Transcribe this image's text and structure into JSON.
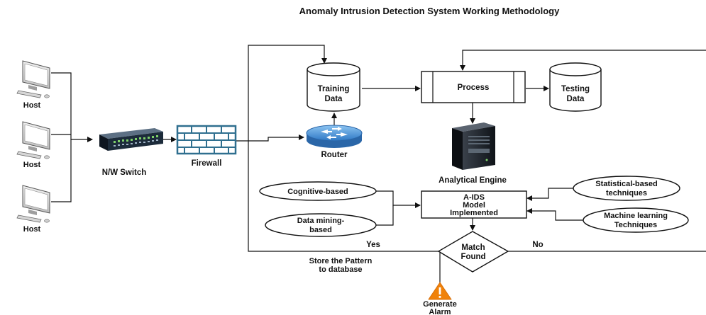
{
  "title": "Anomaly Intrusion Detection System Working Methodology",
  "hosts": [
    {
      "label": "Host"
    },
    {
      "label": "Host"
    },
    {
      "label": "Host"
    }
  ],
  "switch": {
    "label": "N/W Switch"
  },
  "firewall": {
    "label": "Firewall"
  },
  "router": {
    "label": "Router"
  },
  "training_data": {
    "line1": "Training",
    "line2": "Data"
  },
  "process": {
    "label": "Process"
  },
  "testing_data": {
    "line1": "Testing",
    "line2": "Data"
  },
  "analytical_engine": {
    "label": "Analytical Engine"
  },
  "model": {
    "line1": "A-IDS",
    "line2": "Model",
    "line3": "Implemented"
  },
  "inputs": {
    "cognitive": "Cognitive-based",
    "data_mining": {
      "line1": "Data mining-",
      "line2": "based"
    },
    "statistical": {
      "line1": "Statistical-based",
      "line2": "techniques"
    },
    "machine_learning": {
      "line1": "Machine learning",
      "line2": "Techniques"
    }
  },
  "decision": {
    "line1": "Match",
    "line2": "Found"
  },
  "yes_label": "Yes",
  "no_label": "No",
  "store_pattern": {
    "line1": "Store the Pattern",
    "line2": "to database"
  },
  "alarm": {
    "line1": "Generate",
    "line2": "Alarm"
  },
  "colors": {
    "router": "#4a90d9",
    "firewall": "#2f6f8f",
    "alarm": "#f0820a",
    "switch": "#1c2b3a",
    "server": "#1a1f26"
  }
}
